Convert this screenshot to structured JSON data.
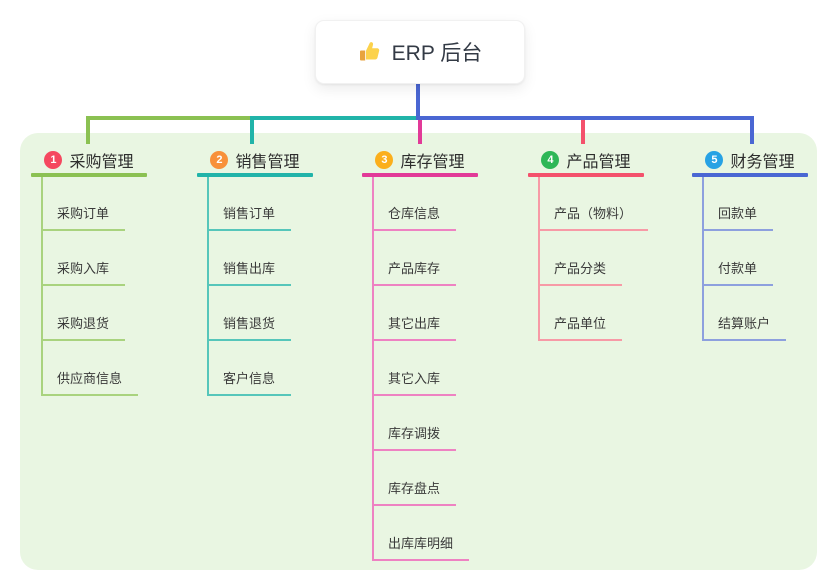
{
  "root": {
    "title": "ERP 后台",
    "icon": "thumbs-up"
  },
  "canvas": {
    "background": "#e9f6e2",
    "page_background": "#ffffff"
  },
  "connector": {
    "root_stub_color": "#4a67d3"
  },
  "branches": [
    {
      "badge": "1",
      "title": "采购管理",
      "color": "#8bc152",
      "line_color": "#a9d37e",
      "badge_color": "#f5485f",
      "children": [
        "采购订单",
        "采购入库",
        "采购退货",
        "供应商信息"
      ]
    },
    {
      "badge": "2",
      "title": "销售管理",
      "color": "#21b4a9",
      "line_color": "#56c6ba",
      "badge_color": "#f8913a",
      "children": [
        "销售订单",
        "销售出库",
        "销售退货",
        "客户信息"
      ]
    },
    {
      "badge": "3",
      "title": "库存管理",
      "color": "#e23a98",
      "line_color": "#ee82c2",
      "badge_color": "#fbaf1c",
      "children": [
        "仓库信息",
        "产品库存",
        "其它出库",
        "其它入库",
        "库存调拨",
        "库存盘点",
        "出库库明细"
      ]
    },
    {
      "badge": "4",
      "title": "产品管理",
      "color": "#f4516c",
      "line_color": "#f79aa6",
      "badge_color": "#2eb757",
      "children": [
        "产品（物料）",
        "产品分类",
        "产品单位"
      ]
    },
    {
      "badge": "5",
      "title": "财务管理",
      "color": "#4a67d3",
      "line_color": "#8da0de",
      "badge_color": "#27a2e4",
      "children": [
        "回款单",
        "付款单",
        "结算账户"
      ]
    }
  ]
}
